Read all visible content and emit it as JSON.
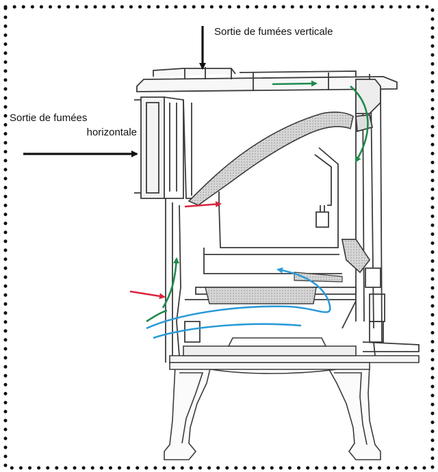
{
  "labels": {
    "vertical_outlet": "Sortie de fumées verticale",
    "horizontal_outlet_line1": "Sortie de fumées",
    "horizontal_outlet_line2": "horizontale"
  },
  "colors": {
    "outline": "#3a3a3a",
    "light_fill": "#f4f4f4",
    "baffle_fill": "#c9c9c9",
    "green_arrow": "#1f8a4c",
    "red_arrow": "#d8253d",
    "blue_arrow": "#2a9ad8",
    "black_arrow": "#111111",
    "border_dots": "#111111"
  },
  "icons": {
    "border": "dotted-border",
    "vertical_arrow": "arrow-down-icon",
    "horizontal_arrow": "arrow-right-icon"
  }
}
